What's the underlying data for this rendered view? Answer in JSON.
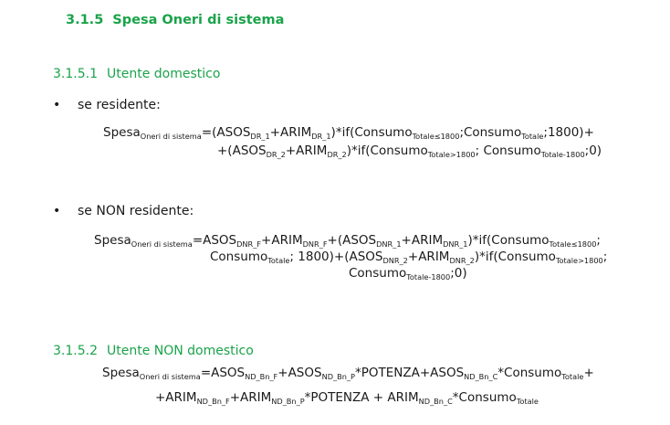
{
  "section": {
    "number": "3.1.5",
    "title": "Spesa Oneri di sistema"
  },
  "sub1": {
    "number": "3.1.5.1",
    "title": "Utente domestico"
  },
  "bullet_res": "se residente:",
  "f1": {
    "l1": [
      [
        "t",
        "Spesa"
      ],
      [
        "s",
        "Oneri di sistema"
      ],
      [
        "t",
        "=(ASOS"
      ],
      [
        "s",
        "DR_1"
      ],
      [
        "t",
        "+ARIM"
      ],
      [
        "s",
        "DR_1"
      ],
      [
        "t",
        ")*if(Consumo"
      ],
      [
        "s",
        "Totale≤1800"
      ],
      [
        "t",
        ";Consumo"
      ],
      [
        "s",
        "Totale"
      ],
      [
        "t",
        ";1800)+"
      ]
    ],
    "l2": [
      [
        "t",
        "+(ASOS"
      ],
      [
        "s",
        "DR_2"
      ],
      [
        "t",
        "+ARIM"
      ],
      [
        "s",
        "DR_2"
      ],
      [
        "t",
        ")*if(Consumo"
      ],
      [
        "s",
        "Totale>1800"
      ],
      [
        "t",
        "; Consumo"
      ],
      [
        "s",
        "Totale-1800"
      ],
      [
        "t",
        ";0)"
      ]
    ]
  },
  "bullet_nonres": "se NON residente:",
  "f2": {
    "l1": [
      [
        "t",
        "Spesa"
      ],
      [
        "s",
        "Oneri di sistema"
      ],
      [
        "t",
        "=ASOS"
      ],
      [
        "s",
        "DNR_F"
      ],
      [
        "t",
        "+ARIM"
      ],
      [
        "s",
        "DNR_F"
      ],
      [
        "t",
        "+(ASOS"
      ],
      [
        "s",
        "DNR_1"
      ],
      [
        "t",
        "+ARIM"
      ],
      [
        "s",
        "DNR_1"
      ],
      [
        "t",
        ")*if(Consumo"
      ],
      [
        "s",
        "Totale≤1800"
      ],
      [
        "t",
        ";"
      ]
    ],
    "l2": [
      [
        "t",
        "Consumo"
      ],
      [
        "s",
        "Totale"
      ],
      [
        "t",
        "; 1800)+(ASOS"
      ],
      [
        "s",
        "DNR_2"
      ],
      [
        "t",
        "+ARIM"
      ],
      [
        "s",
        "DNR_2"
      ],
      [
        "t",
        ")*if(Consumo"
      ],
      [
        "s",
        "Totale>1800"
      ],
      [
        "t",
        ";"
      ]
    ],
    "l3": [
      [
        "t",
        "Consumo"
      ],
      [
        "s",
        "Totale-1800"
      ],
      [
        "t",
        ";0)"
      ]
    ]
  },
  "sub2": {
    "number": "3.1.5.2",
    "title": "Utente NON domestico"
  },
  "f3": {
    "l1": [
      [
        "t",
        "Spesa"
      ],
      [
        "s",
        "Oneri di sistema"
      ],
      [
        "t",
        "=ASOS"
      ],
      [
        "s",
        "ND_Bn_F"
      ],
      [
        "t",
        "+ASOS"
      ],
      [
        "s",
        "ND_Bn_P"
      ],
      [
        "t",
        "*POTENZA+ASOS"
      ],
      [
        "s",
        "ND_Bn_C"
      ],
      [
        "t",
        "*Consumo"
      ],
      [
        "s",
        "Totale"
      ],
      [
        "t",
        "+"
      ]
    ],
    "l2": [
      [
        "t",
        "+ARIM"
      ],
      [
        "s",
        "ND_Bn_F"
      ],
      [
        "t",
        "+ARIM"
      ],
      [
        "s",
        "ND_Bn_P"
      ],
      [
        "t",
        "*POTENZA + ARIM"
      ],
      [
        "s",
        "ND_Bn_C"
      ],
      [
        "t",
        "*Consumo"
      ],
      [
        "s",
        "Totale"
      ]
    ]
  }
}
